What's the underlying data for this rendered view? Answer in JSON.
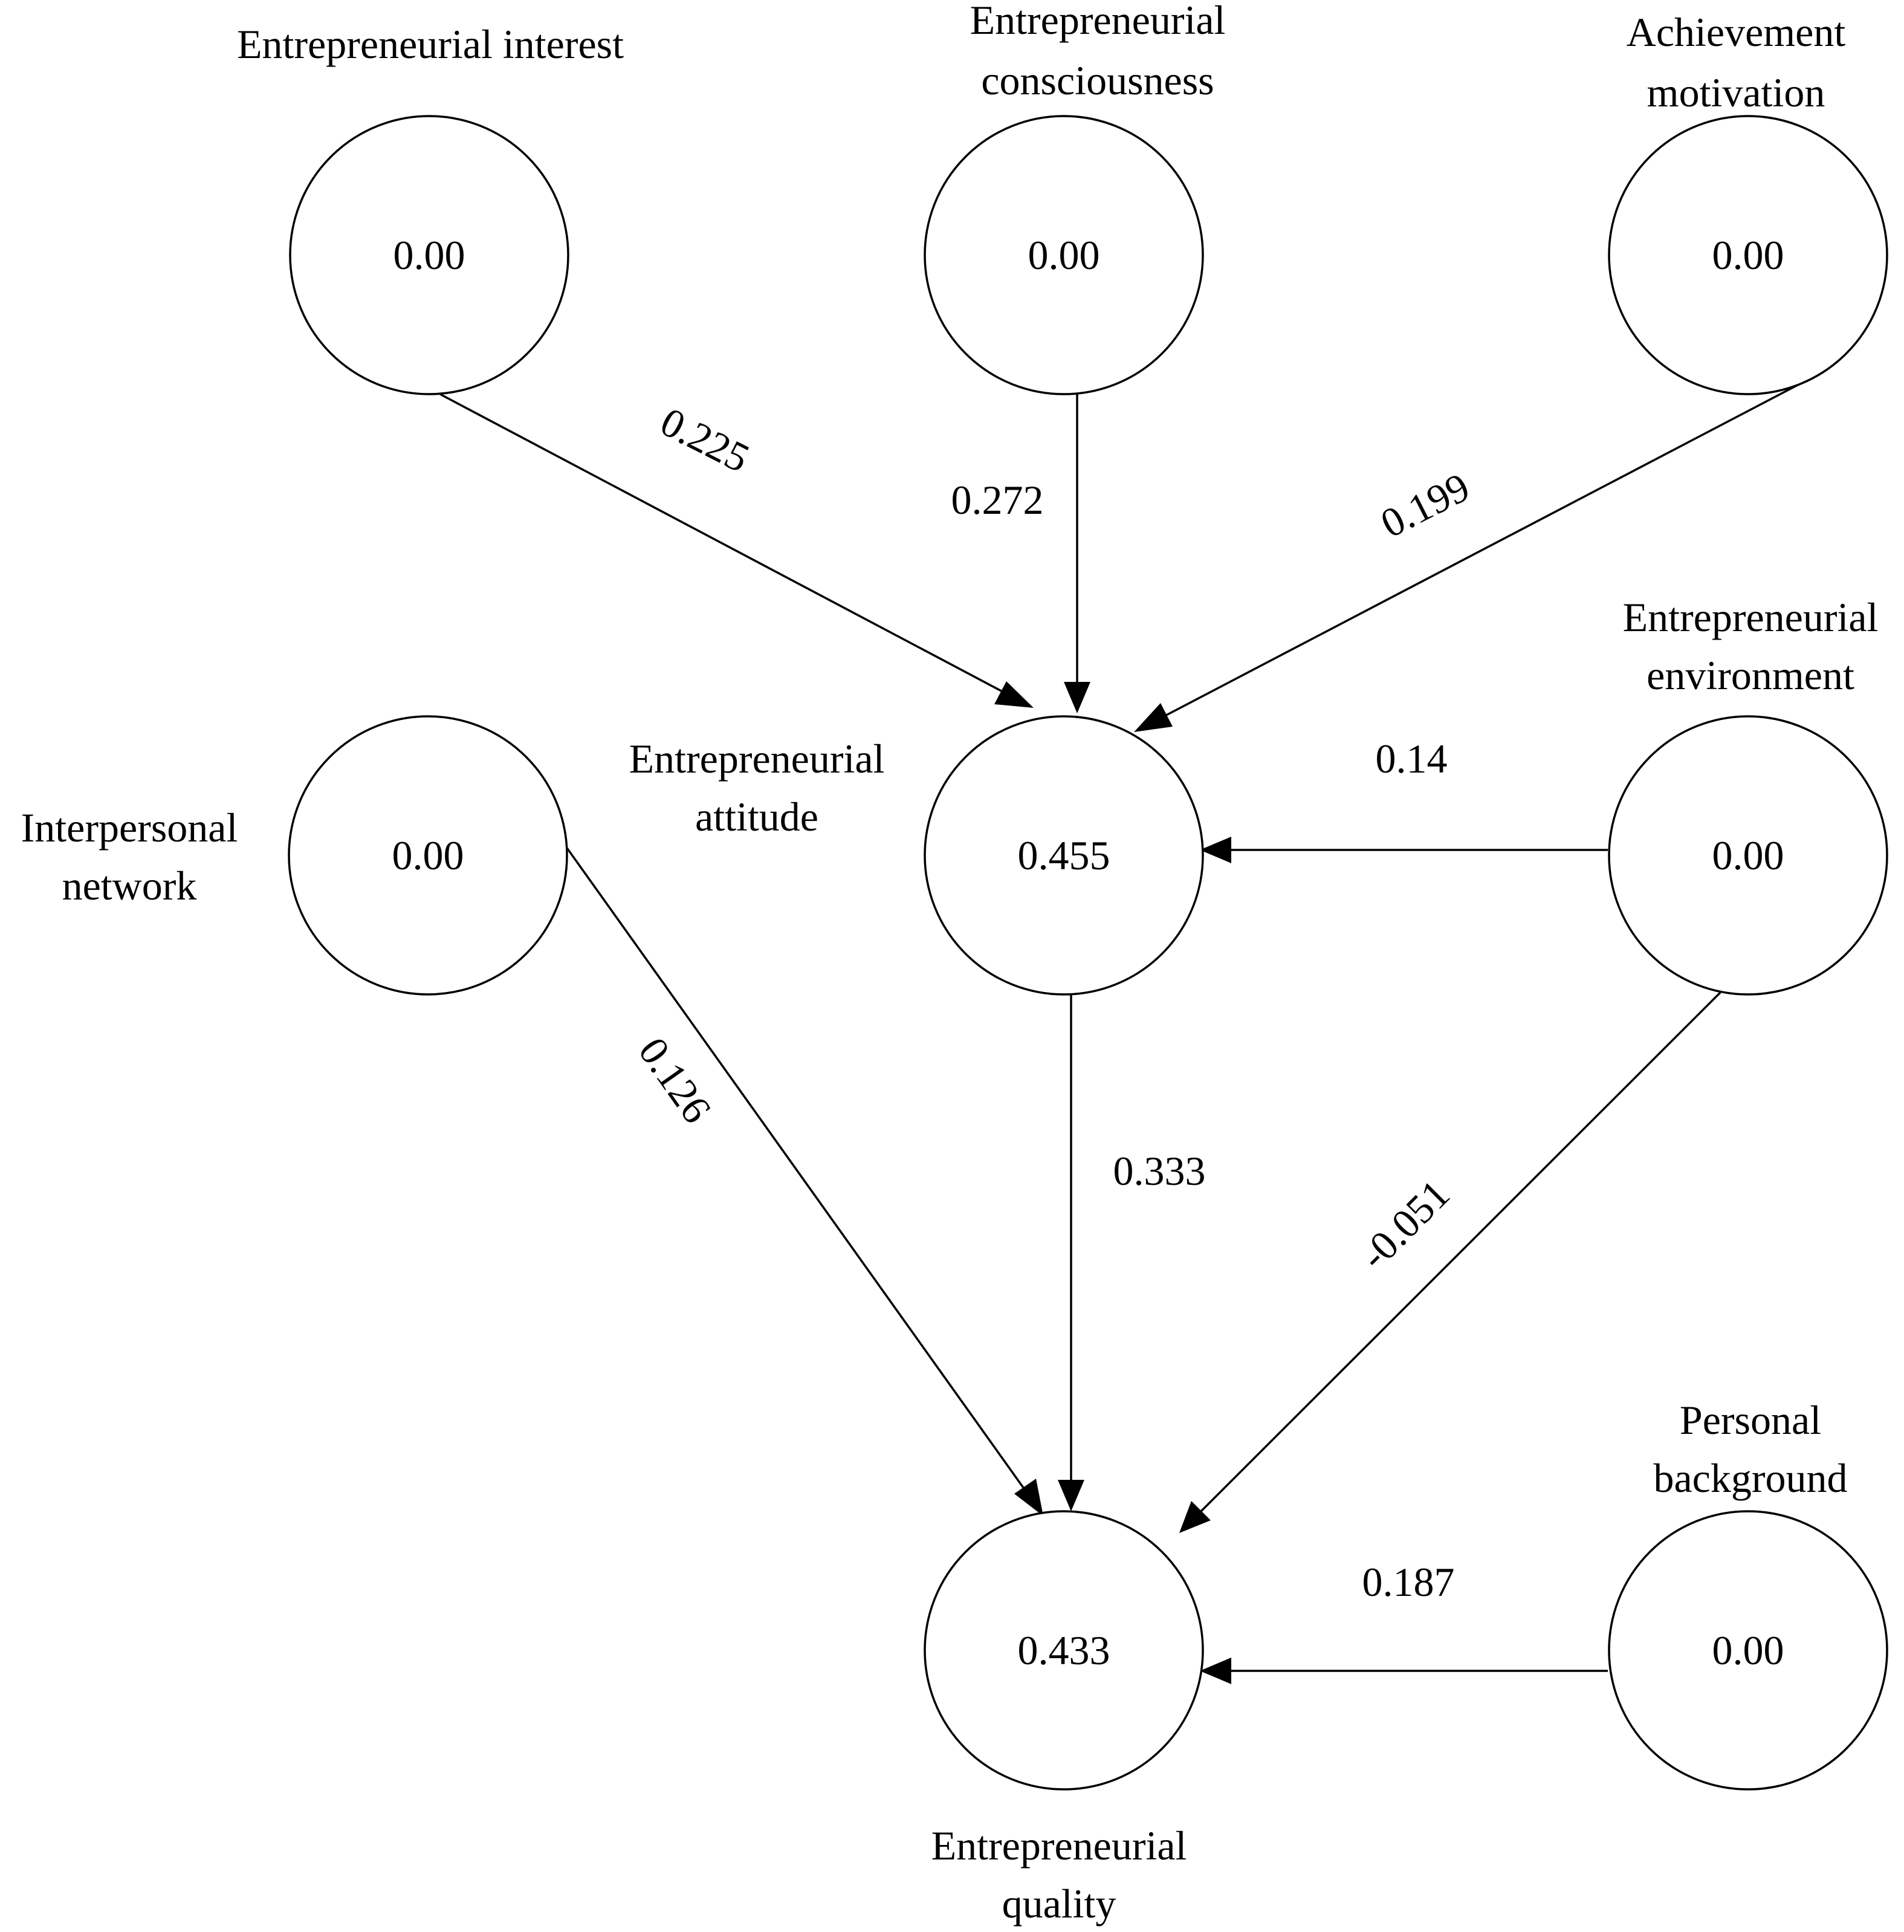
{
  "nodes": {
    "interest": {
      "value": "0.00",
      "label": [
        "Entrepreneurial interest"
      ]
    },
    "consciousness": {
      "value": "0.00",
      "label": [
        "Entrepreneurial",
        "consciousness"
      ]
    },
    "achievement": {
      "value": "0.00",
      "label": [
        "Achievement",
        "motivation"
      ]
    },
    "interpersonal": {
      "value": "0.00",
      "label": [
        "Interpersonal",
        "network"
      ]
    },
    "attitude": {
      "value": "0.455",
      "label": [
        "Entrepreneurial",
        "attitude"
      ]
    },
    "environment": {
      "value": "0.00",
      "label": [
        "Entrepreneurial",
        "environment"
      ]
    },
    "quality": {
      "value": "0.433",
      "label": [
        "Entrepreneurial",
        "quality"
      ]
    },
    "background": {
      "value": "0.00",
      "label": [
        "Personal",
        "background"
      ]
    }
  },
  "edges": [
    {
      "from": "interest",
      "to": "attitude",
      "weight": "0.225"
    },
    {
      "from": "consciousness",
      "to": "attitude",
      "weight": "0.272"
    },
    {
      "from": "achievement",
      "to": "attitude",
      "weight": "0.199"
    },
    {
      "from": "environment",
      "to": "attitude",
      "weight": "0.14"
    },
    {
      "from": "interpersonal",
      "to": "quality",
      "weight": "0.126"
    },
    {
      "from": "attitude",
      "to": "quality",
      "weight": "0.333"
    },
    {
      "from": "environment",
      "to": "quality",
      "weight": "-0.051"
    },
    {
      "from": "background",
      "to": "quality",
      "weight": "0.187"
    }
  ]
}
